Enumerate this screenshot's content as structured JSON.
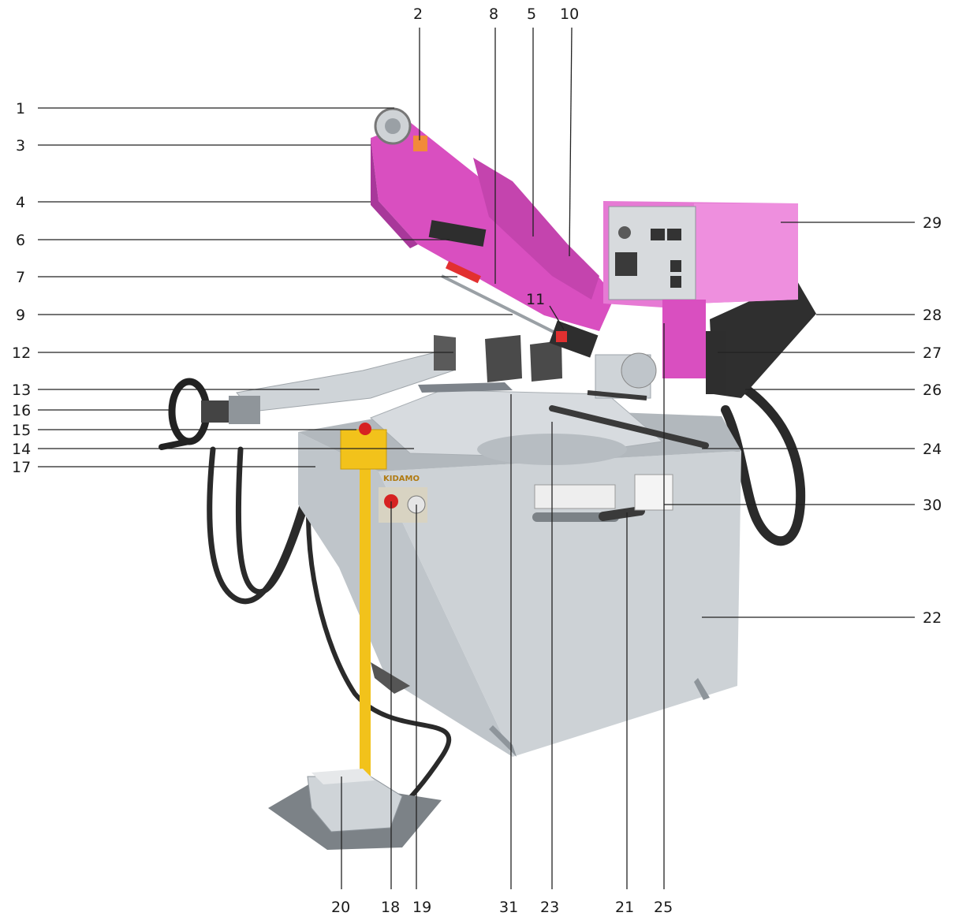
{
  "machine": {
    "brand_plate": "KIDAMO"
  },
  "callouts": [
    {
      "id": "1",
      "label": "1"
    },
    {
      "id": "2",
      "label": "2"
    },
    {
      "id": "3",
      "label": "3"
    },
    {
      "id": "4",
      "label": "4"
    },
    {
      "id": "5",
      "label": "5"
    },
    {
      "id": "6",
      "label": "6"
    },
    {
      "id": "7",
      "label": "7"
    },
    {
      "id": "8",
      "label": "8"
    },
    {
      "id": "9",
      "label": "9"
    },
    {
      "id": "10",
      "label": "10"
    },
    {
      "id": "11",
      "label": "11"
    },
    {
      "id": "12",
      "label": "12"
    },
    {
      "id": "13",
      "label": "13"
    },
    {
      "id": "14",
      "label": "14"
    },
    {
      "id": "15",
      "label": "15"
    },
    {
      "id": "16",
      "label": "16"
    },
    {
      "id": "17",
      "label": "17"
    },
    {
      "id": "18",
      "label": "18"
    },
    {
      "id": "19",
      "label": "19"
    },
    {
      "id": "20",
      "label": "20"
    },
    {
      "id": "21",
      "label": "21"
    },
    {
      "id": "22",
      "label": "22"
    },
    {
      "id": "23",
      "label": "23"
    },
    {
      "id": "24",
      "label": "24"
    },
    {
      "id": "25",
      "label": "25"
    },
    {
      "id": "26",
      "label": "26"
    },
    {
      "id": "27",
      "label": "27"
    },
    {
      "id": "28",
      "label": "28"
    },
    {
      "id": "29",
      "label": "29"
    },
    {
      "id": "30",
      "label": "30"
    },
    {
      "id": "31",
      "label": "31"
    }
  ],
  "colors": {
    "frame_magenta": "#d94fc0",
    "frame_magenta_dark": "#a8389a",
    "body_grey": "#c9ced3",
    "body_grey_dark": "#9ea5ab",
    "pedal_yellow": "#f2c21b",
    "hose_black": "#2a2a2a",
    "emergency_red": "#d62222"
  }
}
